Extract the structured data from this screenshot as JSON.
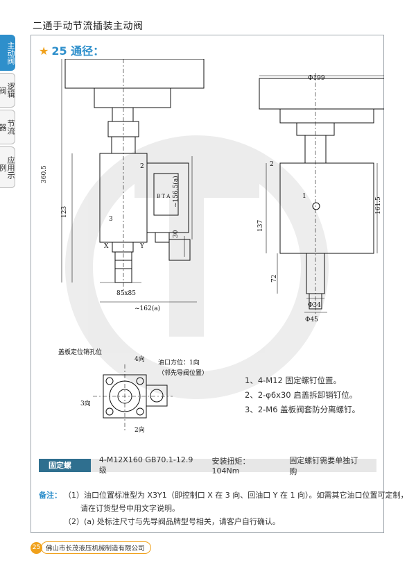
{
  "header": {
    "title": "二通手动节流插装主动阀"
  },
  "side_tabs": [
    {
      "label": "主动阀",
      "active": true
    },
    {
      "label": "逻辑阀",
      "active": false
    },
    {
      "label": "节流器",
      "active": false
    },
    {
      "label": "应用示例",
      "active": false
    }
  ],
  "section": {
    "star": "★",
    "heading": "25 通径："
  },
  "drawing": {
    "left": {
      "dim_total": "360.5",
      "dim_lower": "123",
      "dim_pilot": "~156.5(a)",
      "dim_30": "30",
      "dim_square": "85x85",
      "dim_width": "~162(a)",
      "label_2": "2",
      "label_3": "3",
      "port_x": "X",
      "port_y": "Y",
      "valve_letters": "B T A"
    },
    "right": {
      "dim_dia": "Φ199",
      "dim_161": "161.5",
      "dim_137": "137",
      "dim_72": "72",
      "dim_d34": "Φ34",
      "dim_d45": "Φ45",
      "label_1": "1",
      "label_2": "2"
    },
    "plan": {
      "pin_hole": "盖板定位销孔位",
      "dir4": "4向",
      "dir3": "3向",
      "dir2": "2向",
      "dir1_a": "油口方位：1向",
      "dir1_b": "（邻先导阀位置）"
    }
  },
  "notes": [
    "1、4-M12 固定螺钉位置。",
    "2、2-φ6x30 启盖拆卸销钉位。",
    "3、2-M6 盖板阀套防分离螺钉。"
  ],
  "spec_bar": {
    "label": "固定螺栓：",
    "bolt": "4-M12X160  GB70.1-12.9 级",
    "torque": "安装扭矩：104Nm",
    "order": "固定螺钉需要单独订购"
  },
  "remarks": {
    "label": "备注：",
    "r1": "（1）油口位置标准型为 X3Y1（即控制口 X 在 3 向、回油口 Y 在 1 向）。如需其它油口位置可定制，",
    "r1b": "请在订货型号中用文字说明。",
    "r2": "（2）(a) 处标注尺寸与先导阀品牌型号相关，请客户自行确认。"
  },
  "footer": {
    "page": "25",
    "company": "佛山市长茂液压机械制造有限公司"
  },
  "colors": {
    "accent": "#2e8fcb",
    "orange": "#f0a11b",
    "bar_dark": "#2f6f8f"
  }
}
